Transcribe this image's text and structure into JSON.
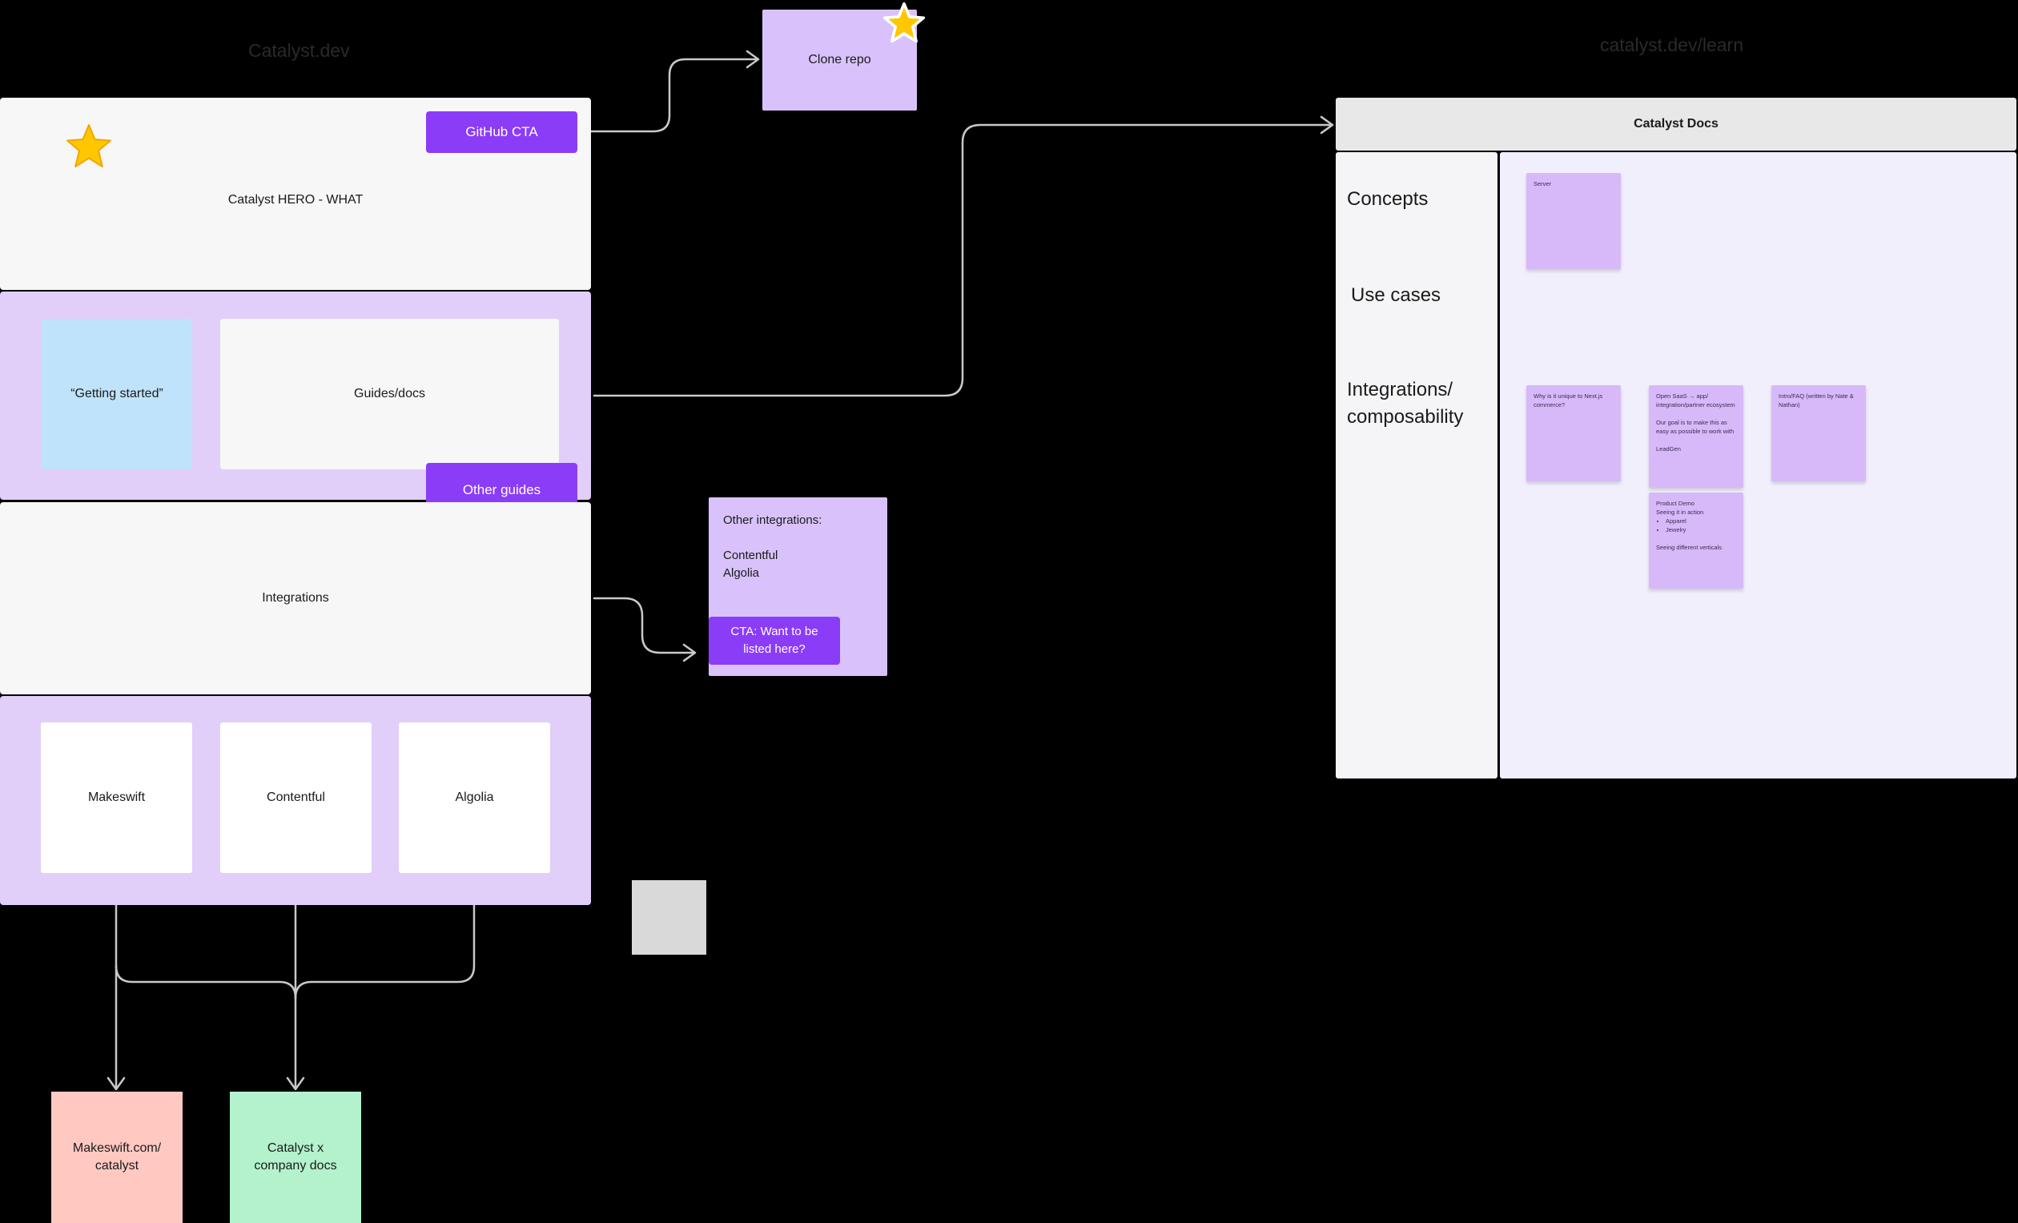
{
  "labels": {
    "site_catalyst_dev": "Catalyst.dev",
    "site_learn": "catalyst.dev/learn"
  },
  "homepage": {
    "hero_text": "Catalyst HERO - WHAT",
    "github_cta": "GitHub CTA",
    "getting_started": "“Getting started”",
    "guides_docs": "Guides/docs",
    "other_guides": "Other guides",
    "integrations": "Integrations",
    "integration_cards": [
      "Makeswift",
      "Contentful",
      "Algolia"
    ]
  },
  "clone_repo": "Clone repo",
  "other_integrations": {
    "heading": "Other integrations:",
    "items": [
      "Contentful",
      "Algolia"
    ],
    "cta": "CTA: Want to be listed here?"
  },
  "destinations": {
    "makeswift": "Makeswift.com/ catalyst",
    "company_docs": "Catalyst x company docs"
  },
  "docs": {
    "title": "Catalyst Docs",
    "sections": {
      "concepts": "Concepts",
      "use_cases": "Use cases",
      "integrations": "Integrations/ composability"
    },
    "stickies": {
      "server": "Server",
      "unique": "Why is it unique to Next.js commerce?",
      "open_saas_1": "Open SaaS → app/ integration/partner ecosystem",
      "open_saas_2": "Our goal is to make this as easy as possible to work with",
      "open_saas_3": "LeadGen",
      "intro_faq": "Intro/FAQ (written by Nate & Nathan)",
      "demo_1": "Product Demo",
      "demo_2": "Seeing it in action",
      "demo_list": [
        "Apparel",
        "Jewelry"
      ],
      "demo_3": "Seeing different verticals"
    }
  },
  "colors": {
    "background": "#000000",
    "panel_white": "#f7f7f7",
    "panel_purple": "#e1cff9",
    "button_purple": "#8b3cf7",
    "sticky_purple": "#d7b9fa",
    "getting_started_blue": "#bfe3fb",
    "makeswift_pink": "#ffc9c2",
    "company_docs_green": "#b3f2cc",
    "star_yellow": "#ffc700",
    "connector": "#c9c9c9"
  }
}
